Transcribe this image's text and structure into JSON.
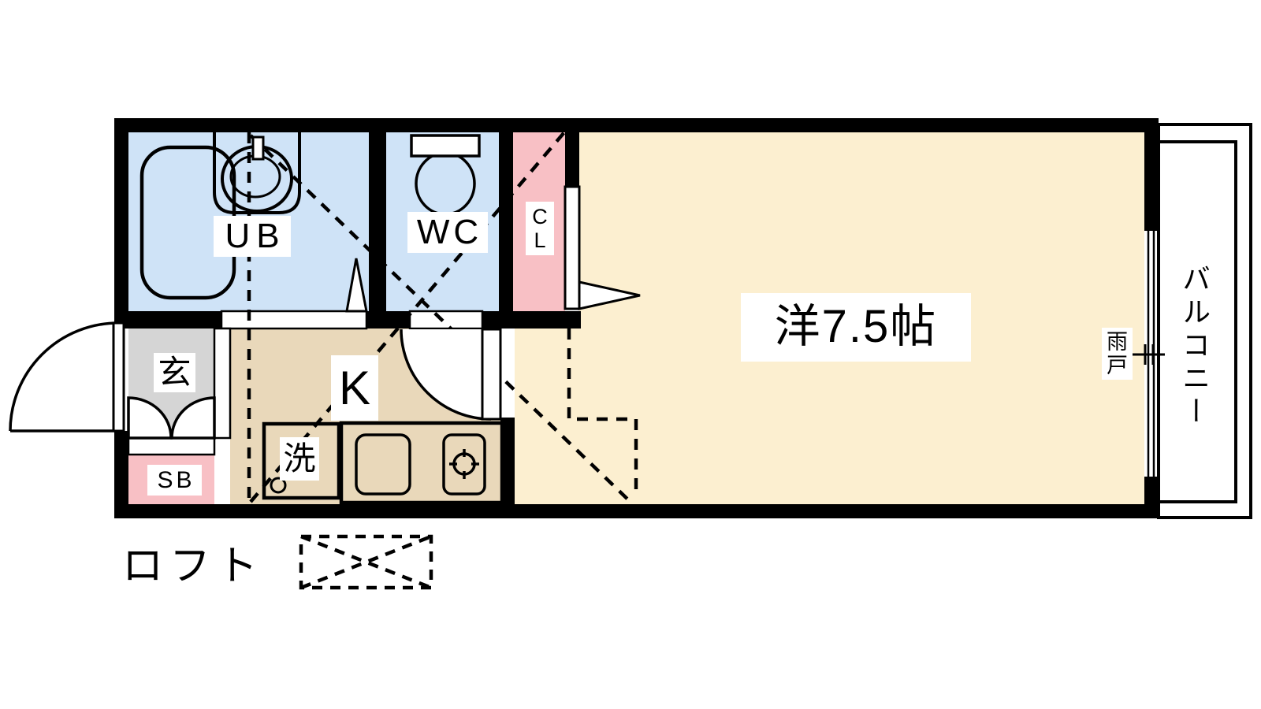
{
  "plan_title": "1K apartment floor plan",
  "colors": {
    "wall": "#000000",
    "wet_room_blue": "#cfe3f7",
    "closet_pink": "#f8c0c5",
    "entry_gray": "#d5d5d5",
    "kitchen_tan": "#e9d8ba",
    "main_room_cream": "#fcefd0",
    "white": "#ffffff",
    "line": "#000000"
  },
  "rooms": {
    "unit_bath": {
      "label": "UB"
    },
    "toilet": {
      "label": "WC"
    },
    "closet": {
      "label": "C\nL"
    },
    "main_room": {
      "label": "洋7.5帖"
    },
    "entrance": {
      "label": "玄"
    },
    "kitchen": {
      "label": "K"
    },
    "laundry": {
      "label": "洗"
    },
    "shoe_box": {
      "label": "SB"
    },
    "storm_shutter": {
      "label": "雨\n戸"
    },
    "balcony": {
      "label": "バルコニー"
    },
    "loft": {
      "label": "ロフト"
    }
  }
}
